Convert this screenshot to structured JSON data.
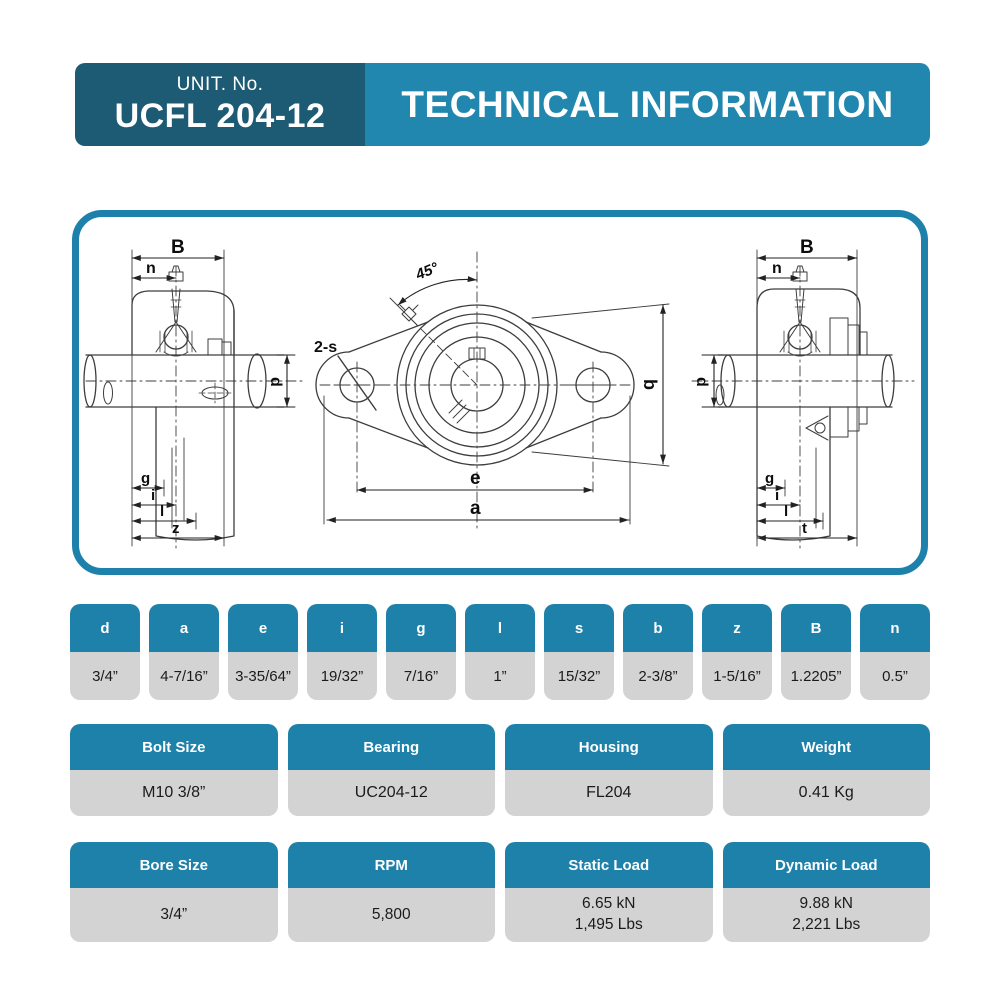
{
  "header": {
    "unit_label": "UNIT. No.",
    "unit_number": "UCFL 204-12",
    "title": "TECHNICAL INFORMATION"
  },
  "colors": {
    "banner_dark_teal": "#1d5a74",
    "banner_teal": "#2187ae",
    "table_header_teal": "#1e81aa",
    "cell_gray": "#d3d3d3",
    "panel_border_teal": "#1d81ab",
    "line_color": "#3d3d3d"
  },
  "drawing": {
    "left": {
      "B": "B",
      "n": "n",
      "d": "d",
      "g": "g",
      "i": "i",
      "l": "l",
      "z": "z"
    },
    "front": {
      "angle": "45°",
      "holes": "2-s",
      "b": "b",
      "e": "e",
      "a": "a"
    },
    "right": {
      "B": "B",
      "n": "n",
      "d": "d",
      "g": "g",
      "i": "i",
      "l": "l",
      "t": "t"
    }
  },
  "dim_table": {
    "columns": [
      {
        "label": "d",
        "value": "3/4”"
      },
      {
        "label": "a",
        "value": "4-7/16”"
      },
      {
        "label": "e",
        "value": "3-35/64”"
      },
      {
        "label": "i",
        "value": "19/32”"
      },
      {
        "label": "g",
        "value": "7/16”"
      },
      {
        "label": "l",
        "value": "1”"
      },
      {
        "label": "s",
        "value": "15/32”"
      },
      {
        "label": "b",
        "value": "2-3/8”"
      },
      {
        "label": "z",
        "value": "1-5/16”"
      },
      {
        "label": "B",
        "value": "1.2205”"
      },
      {
        "label": "n",
        "value": "0.5”"
      }
    ]
  },
  "spec_table": {
    "columns": [
      {
        "label": "Bolt Size",
        "value": "M10 3/8”"
      },
      {
        "label": "Bearing",
        "value": "UC204-12"
      },
      {
        "label": "Housing",
        "value": "FL204"
      },
      {
        "label": "Weight",
        "value": "0.41 Kg"
      }
    ]
  },
  "load_table": {
    "columns": [
      {
        "label": "Bore Size",
        "value": "3/4”",
        "value2": ""
      },
      {
        "label": "RPM",
        "value": "5,800",
        "value2": ""
      },
      {
        "label": "Static Load",
        "value": "6.65 kN",
        "value2": "1,495 Lbs"
      },
      {
        "label": "Dynamic Load",
        "value": "9.88 kN",
        "value2": "2,221 Lbs"
      }
    ]
  }
}
